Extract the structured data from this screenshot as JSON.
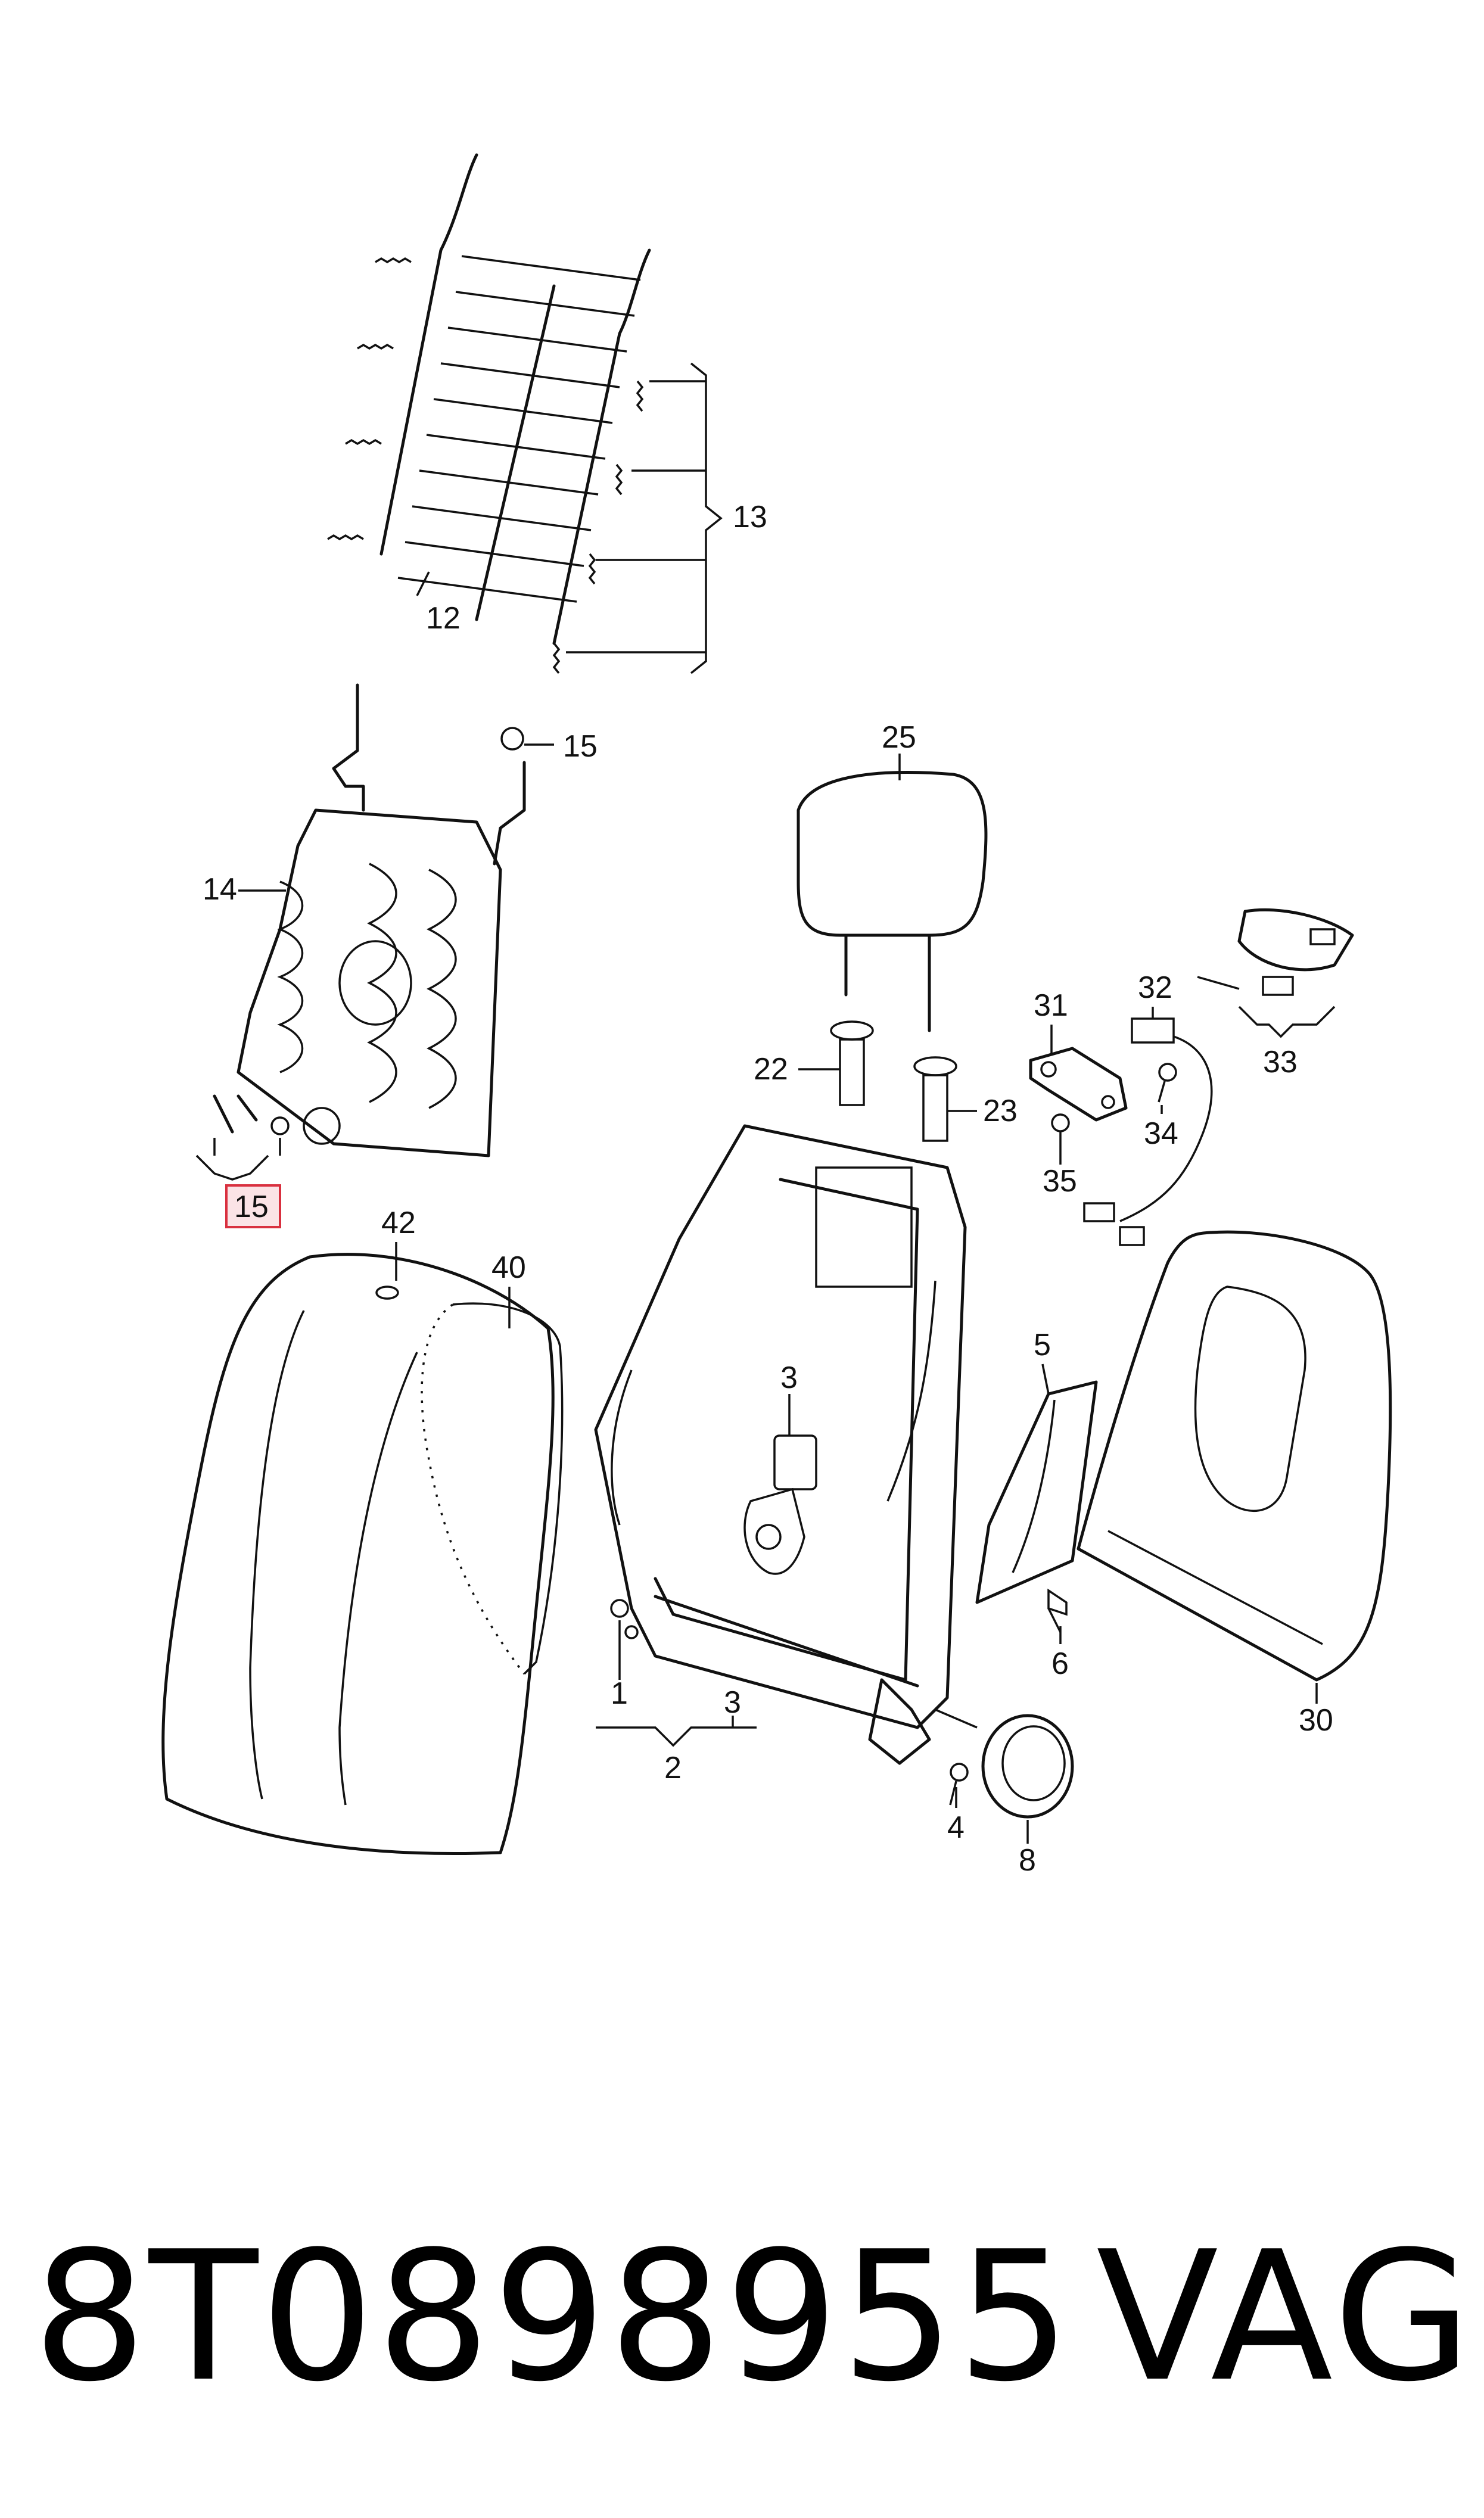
{
  "footer": {
    "part_number": "8T0898955",
    "brand": "VAG"
  },
  "callouts": {
    "c1": "1",
    "c2": "2",
    "c3a": "3",
    "c3b": "3",
    "c4": "4",
    "c5": "5",
    "c6": "6",
    "c8": "8",
    "c12": "12",
    "c13": "13",
    "c14": "14",
    "c15a": "15",
    "c15b": "15",
    "c22": "22",
    "c23": "23",
    "c25": "25",
    "c30": "30",
    "c31": "31",
    "c32": "32",
    "c33": "33",
    "c34": "34",
    "c35": "35",
    "c40": "40",
    "c42": "42"
  },
  "highlighted_part": "15",
  "colors": {
    "ink": "#111111",
    "highlight_fill": "#fbe3e6",
    "highlight_stroke": "#d9303f"
  }
}
